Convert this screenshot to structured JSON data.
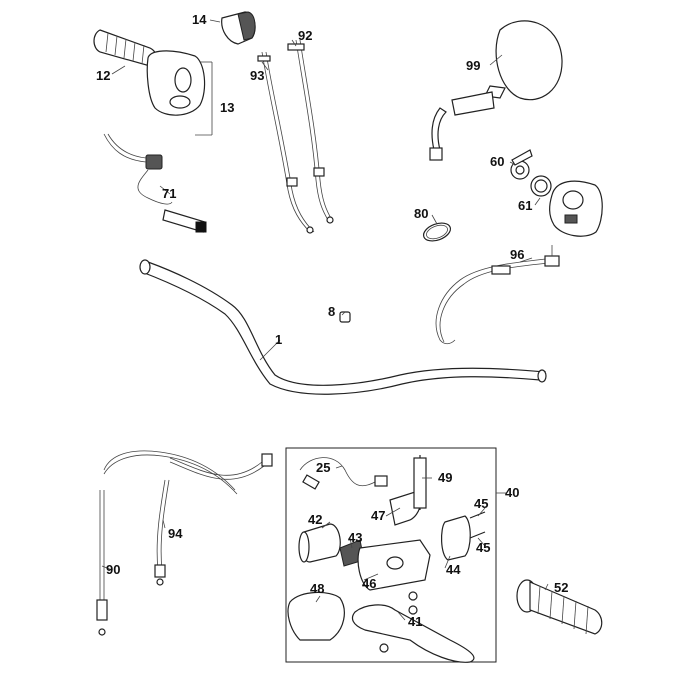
{
  "callouts": {
    "c1": "1",
    "c8": "8",
    "c12": "12",
    "c13": "13",
    "c14": "14",
    "c25": "25",
    "c40": "40",
    "c41": "41",
    "c42": "42",
    "c43": "43",
    "c44": "44",
    "c45a": "45",
    "c45b": "45",
    "c46": "46",
    "c47": "47",
    "c48": "48",
    "c49": "49",
    "c52": "52",
    "c60": "60",
    "c61": "61",
    "c71": "71",
    "c80": "80",
    "c90": "90",
    "c92": "92",
    "c93": "93",
    "c94": "94",
    "c96": "96",
    "c99": "99"
  }
}
